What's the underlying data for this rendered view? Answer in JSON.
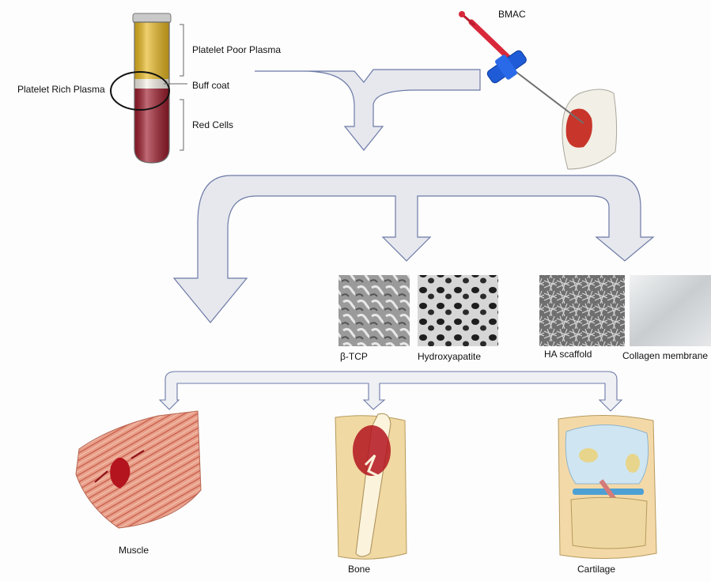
{
  "tube": {
    "ppp_label": "Platelet Poor Plasma",
    "prp_label": "Platelet Rich Plasma",
    "buffy_label": "Buff coat",
    "rbc_label": "Red Cells",
    "colors": {
      "plasma": "#e8b820",
      "buffy": "#f4f1e6",
      "red": "#9c1a2a"
    }
  },
  "bmac": {
    "label": "BMAC",
    "colors": {
      "handle": "#1f5bd6",
      "syringe": "#d8283a"
    }
  },
  "scaffolds": [
    {
      "label": "β-TCP",
      "texture": "granular-grey"
    },
    {
      "label": "Hydroxyapatite",
      "texture": "porous-grey"
    },
    {
      "label": "HA scaffold",
      "texture": "fibrous-mesh"
    },
    {
      "label": "Collagen membrane",
      "texture": "smooth-membrane"
    }
  ],
  "targets": [
    {
      "label": "Muscle"
    },
    {
      "label": "Bone"
    },
    {
      "label": "Cartilage"
    }
  ],
  "arrow_colors": {
    "fill": "#e6e8ee",
    "stroke": "#6d7aa6"
  }
}
